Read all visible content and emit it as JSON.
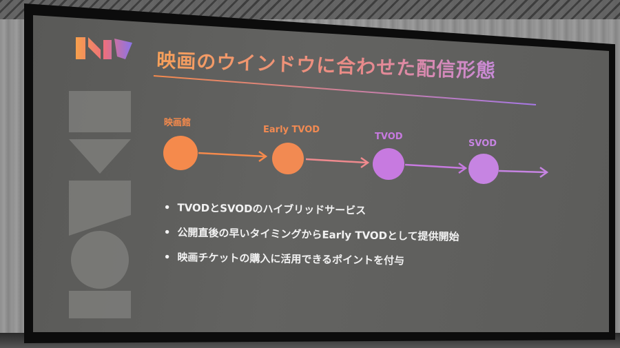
{
  "slide": {
    "title": "映画のウインドウに合わせた配信形態",
    "colors": {
      "orange": "#f58a4c",
      "pink": "#ea7fa3",
      "purple": "#c77ae0",
      "text": "#f2f2f2"
    },
    "flow": [
      {
        "label": "映画館",
        "color": "#f58a4c"
      },
      {
        "label": "Early TVOD",
        "color": "#f28a52"
      },
      {
        "label": "TVOD",
        "color": "#c77ae0"
      },
      {
        "label": "SVOD",
        "color": "#c684e2"
      }
    ],
    "bullets": [
      "TVODとSVODのハイブリッドサービス",
      "公開直後の早いタイミングからEarly TVODとして提供開始",
      "映画チケットの購入に活用できるポイントを付与"
    ],
    "bullet_marker": "•"
  }
}
